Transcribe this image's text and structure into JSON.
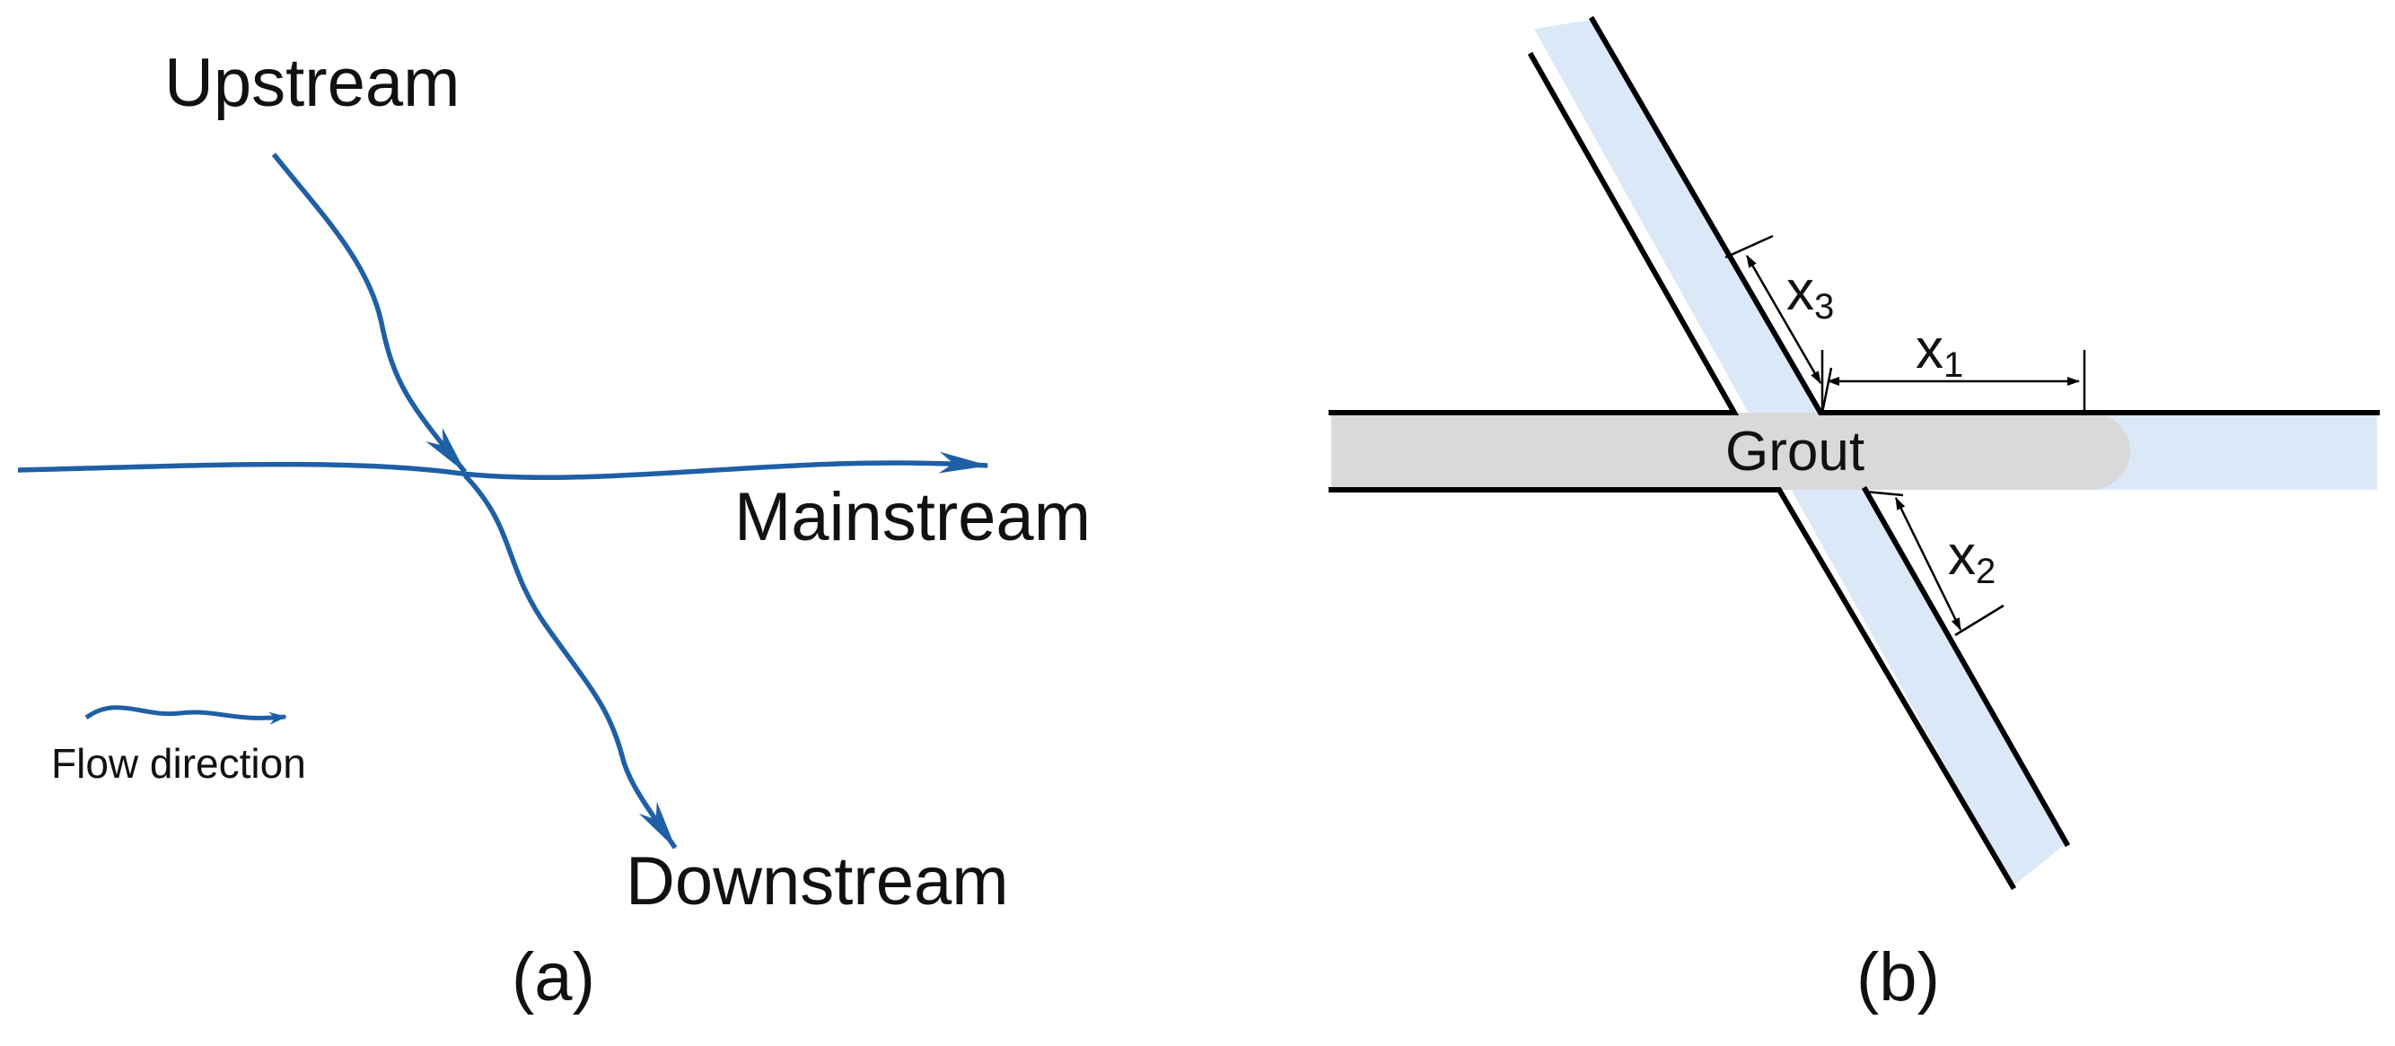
{
  "colors": {
    "flow": "#1f5fa6",
    "water": "#dbe8f7",
    "grout": "#d9d9d9",
    "wall": "#000000"
  },
  "panel_a": {
    "label": "(a)",
    "upstream": "Upstream",
    "mainstream": "Mainstream",
    "downstream": "Downstream",
    "legend": "Flow direction"
  },
  "panel_b": {
    "label": "(b)",
    "grout": "Grout",
    "x1": {
      "base": "x",
      "sub": "1"
    },
    "x2": {
      "base": "x",
      "sub": "2"
    },
    "x3": {
      "base": "x",
      "sub": "3"
    }
  }
}
